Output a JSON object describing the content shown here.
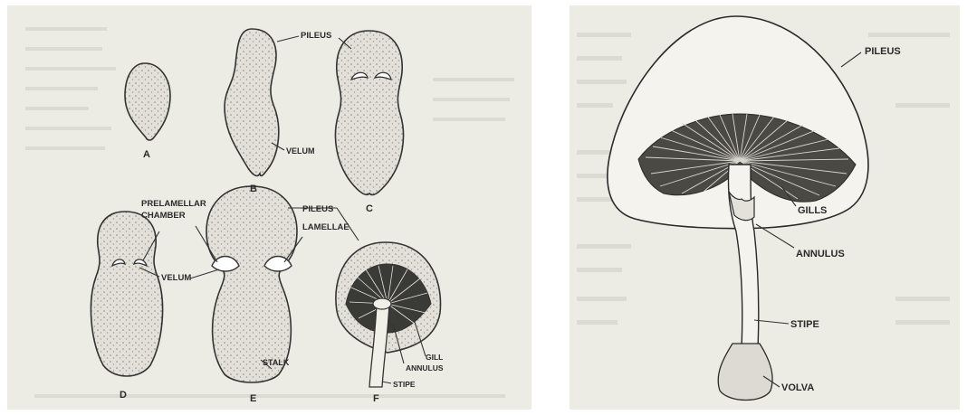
{
  "left_figure": {
    "stage_labels": [
      "A",
      "B",
      "C",
      "D",
      "E",
      "F"
    ],
    "labels": {
      "pileus_top": "PILEUS",
      "velum_b": "VELUM",
      "prelamellar": "PRELAMELLAR",
      "chamber": "CHAMBER",
      "pileus_mid": "PILEUS",
      "lamellae": "LAMELLAE",
      "velum_d": "VELUM",
      "gill": "GILL",
      "annulus": "ANNULUS",
      "stalk": "STALK",
      "stipe": "STIPE"
    }
  },
  "right_figure": {
    "labels": {
      "pileus": "PILEUS",
      "gills": "GILLS",
      "annulus": "ANNULUS",
      "stipe": "STIPE",
      "volva": "VOLVA"
    }
  },
  "colors": {
    "paper": "#ecebe4",
    "ink": "#2a2a2a",
    "fill": "#dcdad2"
  }
}
